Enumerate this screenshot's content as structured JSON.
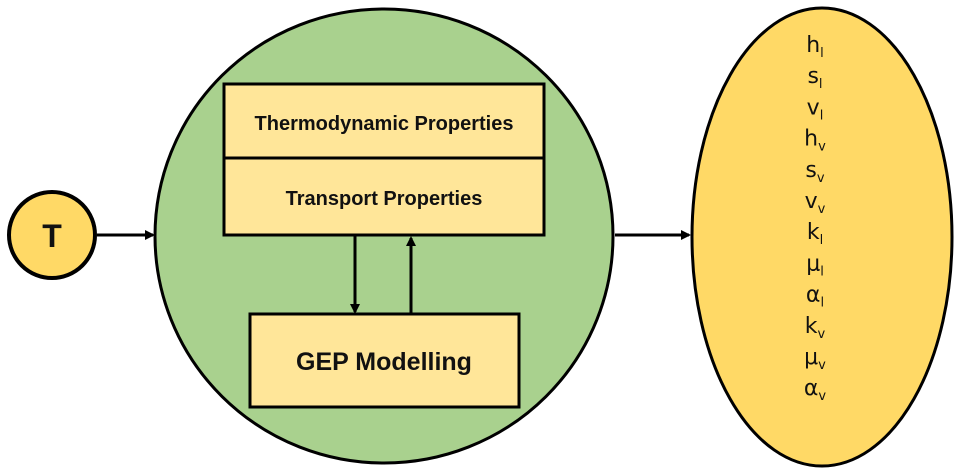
{
  "colors": {
    "green": "#a9d18e",
    "yellow": "#ffd966",
    "box": "#ffe699",
    "stroke": "#000000"
  },
  "input": {
    "label": "T"
  },
  "process": {
    "boxes": [
      {
        "label": "Thermodynamic Properties"
      },
      {
        "label": "Transport Properties"
      }
    ],
    "model": {
      "label": "GEP Modelling"
    }
  },
  "outputs": [
    {
      "base": "h",
      "sub": "l"
    },
    {
      "base": "s",
      "sub": "l"
    },
    {
      "base": "v",
      "sub": "l"
    },
    {
      "base": "h",
      "sub": "v"
    },
    {
      "base": "s",
      "sub": "v"
    },
    {
      "base": "v",
      "sub": "v"
    },
    {
      "base": "k",
      "sub": "l"
    },
    {
      "base": "μ",
      "sub": "l"
    },
    {
      "base": "α",
      "sub": "l"
    },
    {
      "base": "k",
      "sub": "v"
    },
    {
      "base": "μ",
      "sub": "v"
    },
    {
      "base": "α",
      "sub": "v"
    }
  ]
}
